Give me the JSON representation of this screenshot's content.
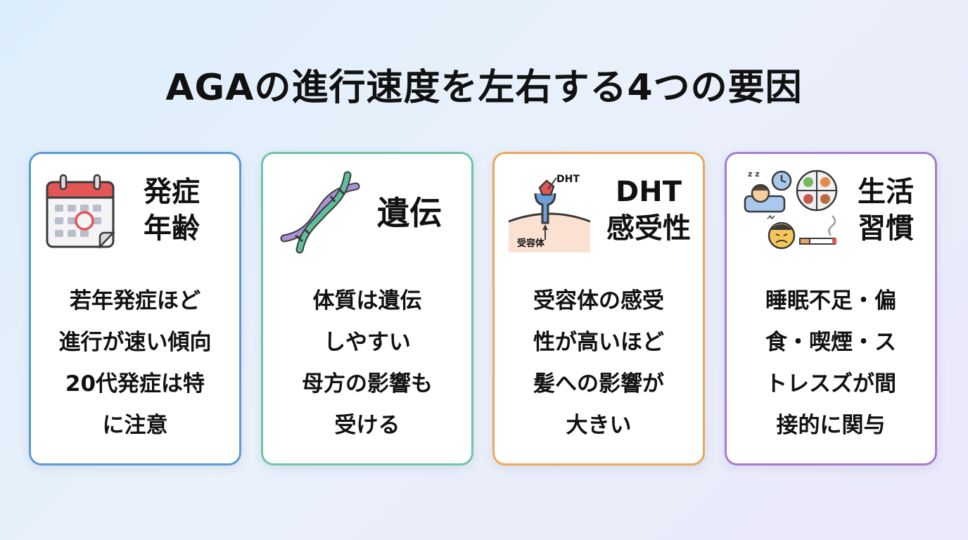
{
  "title": "AGAの進行速度を左右する4つの要因",
  "cards": [
    {
      "heading_lines": [
        "発症",
        "年齢"
      ],
      "body_lines": [
        "若年発症ほど",
        "進行が速い傾向",
        "20代発症は特",
        "に注意"
      ],
      "icon": "calendar-icon",
      "border_color": "#5b9ad5"
    },
    {
      "heading_lines": [
        "遺伝"
      ],
      "body_lines": [
        "体質は遺伝",
        "しやすい",
        "母方の影響も",
        "受ける"
      ],
      "icon": "dna-icon",
      "border_color": "#6fc4a6"
    },
    {
      "heading_lines": [
        "DHT",
        "感受性"
      ],
      "body_lines": [
        "受容体の感受",
        "性が高いほど",
        "髪への影響が",
        "大きい"
      ],
      "icon": "receptor-icon",
      "icon_labels": {
        "top": "DHT",
        "bottom": "受容体"
      },
      "border_color": "#eea75a"
    },
    {
      "heading_lines": [
        "生活",
        "習慣"
      ],
      "body_lines": [
        "睡眠不足・偏",
        "食・喫煙・ス",
        "トレスズが間",
        "接的に関与"
      ],
      "icon": "lifestyle-icons",
      "border_color": "#a77bd0"
    }
  ]
}
